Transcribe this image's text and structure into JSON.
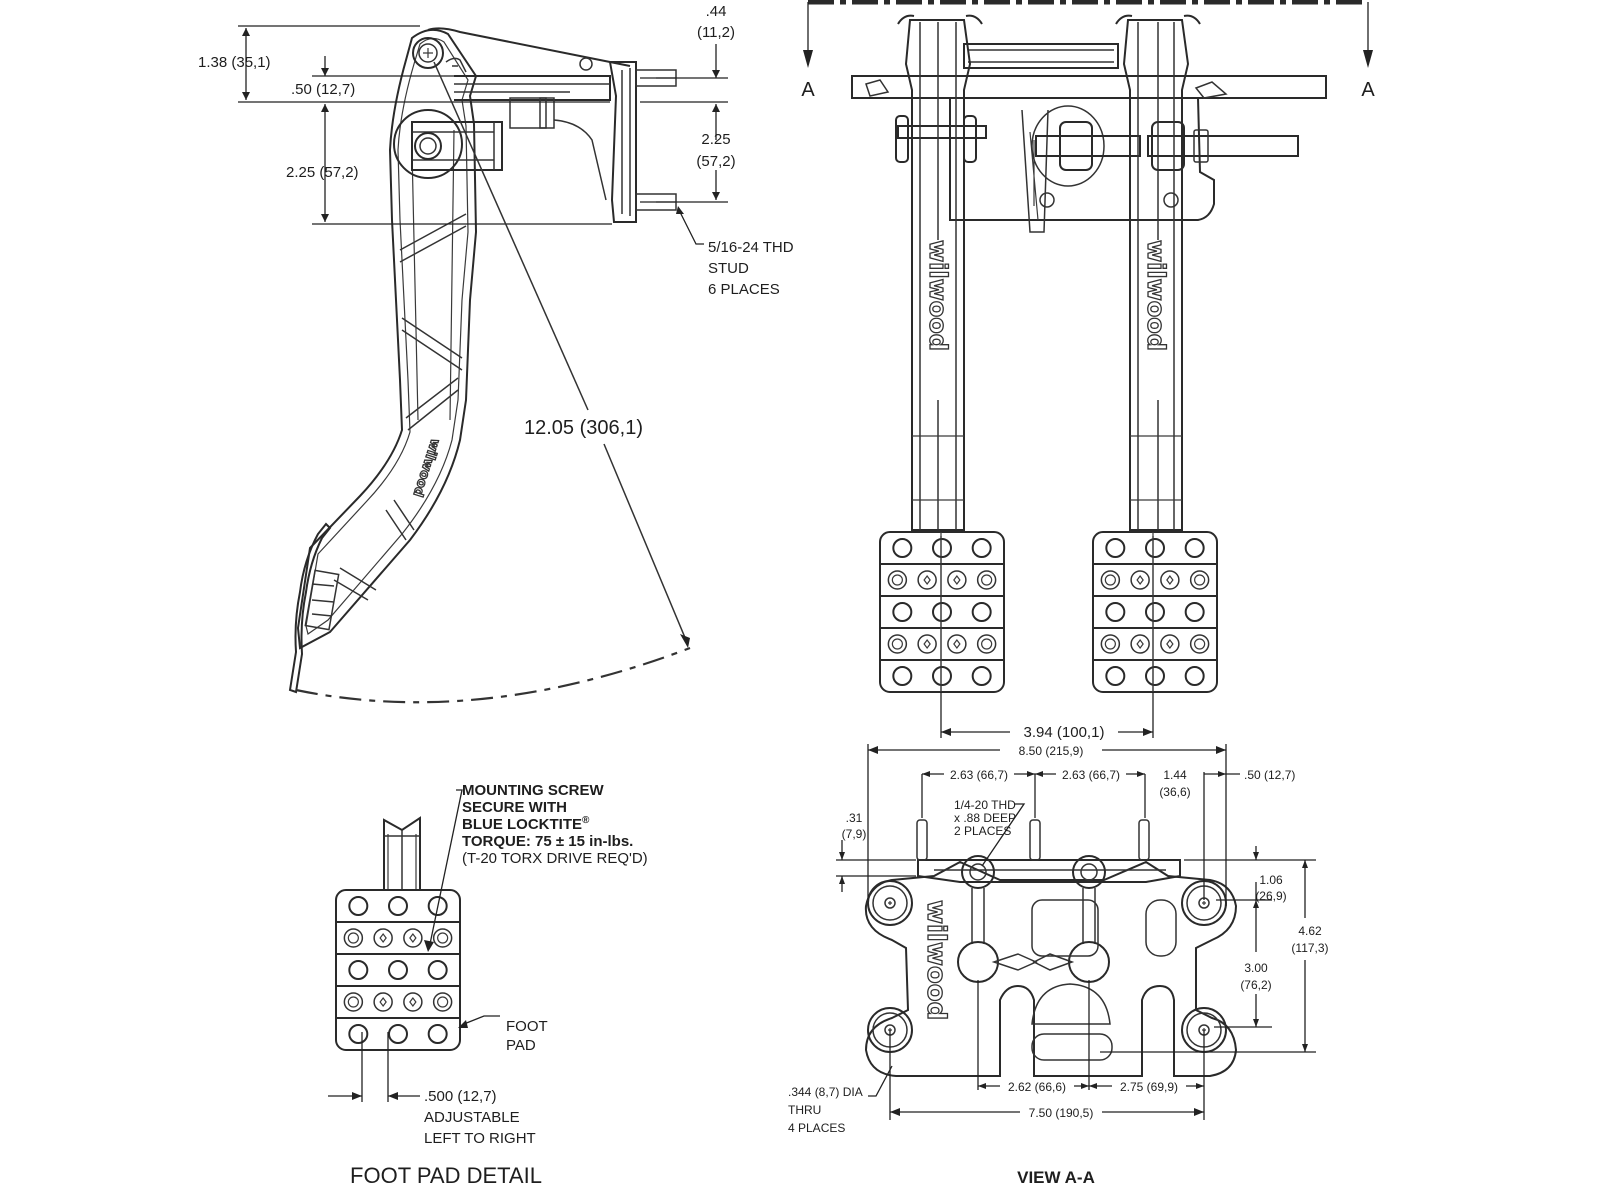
{
  "drawing": {
    "brand": "wilwood",
    "side_view": {
      "dimensions": {
        "pivot_height": "1.38 (35,1)",
        "pivot_offset": ".50 (12,7)",
        "rod_offset": "2.25 (57,2)",
        "stud_top_in": ".44",
        "stud_top_mm": "(11,2)",
        "stud_spacing_in": "2.25",
        "stud_spacing_mm": "(57,2)",
        "pedal_length": "12.05 (306,1)"
      },
      "stud_note": [
        "5/16-24 THD",
        "STUD",
        "6 PLACES"
      ]
    },
    "front_view": {
      "section_marker_left": "A",
      "section_marker_right": "A",
      "pad_spacing": "3.94 (100,1)"
    },
    "foot_pad_detail": {
      "title": "FOOT PAD DETAIL",
      "screw_note": [
        "MOUNTING SCREW",
        "SECURE WITH",
        "BLUE LOCKTITE",
        "TORQUE: 75 ± 15 in-lbs.",
        "(T-20 TORX DRIVE REQ'D)"
      ],
      "registered_mark": "®",
      "foot_pad_label": [
        "FOOT",
        "PAD"
      ],
      "adjust_note": [
        ".500 (12,7)",
        "ADJUSTABLE",
        "LEFT TO RIGHT"
      ]
    },
    "view_a_a": {
      "title": "VIEW A-A",
      "dimensions": {
        "overall_width": "8.50 (215,9)",
        "hole_spacing_1": "2.63 (66,7)",
        "hole_spacing_2": "2.63 (66,7)",
        "edge_offset_in": "1.44",
        "edge_offset_mm": "(36,6)",
        "flange_offset": ".50 (12,7)",
        "top_offset_in": ".31",
        "top_offset_mm": "(7,9)",
        "mount_top_in": "1.06",
        "mount_top_mm": "(26,9)",
        "overall_height_in": "4.62",
        "overall_height_mm": "(117,3)",
        "mount_spacing_in": "3.00",
        "mount_spacing_mm": "(76,2)",
        "pedal_offset_1": "2.62 (66,6)",
        "pedal_offset_2": "2.75 (69,9)",
        "mount_width": "7.50 (190,5)"
      },
      "thread_note": [
        "1/4-20 THD",
        "x .88 DEEP",
        "2 PLACES"
      ],
      "hole_note": [
        ".344 (8,7) DIA",
        "THRU",
        "4 PLACES"
      ]
    }
  }
}
